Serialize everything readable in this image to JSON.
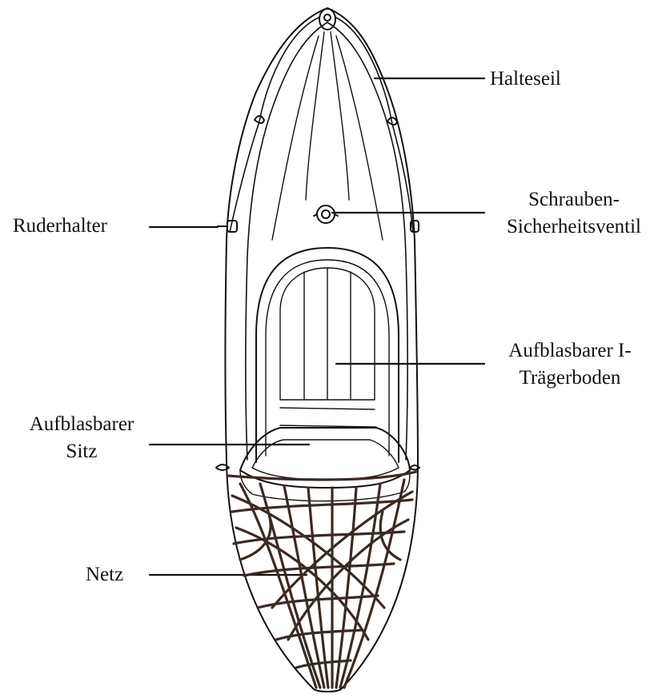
{
  "colors": {
    "outline": "#111111",
    "net": "#3a2a22",
    "background": "#ffffff"
  },
  "labels": {
    "halteseil": "Halteseil",
    "ventil_line1": "Schrauben-",
    "ventil_line2": "Sicherheitsventil",
    "ruderhalter": "Ruderhalter",
    "boden_line1": "Aufblasbarer I-",
    "boden_line2": "Trägerboden",
    "sitz_line1": "Aufblasbarer",
    "sitz_line2": "Sitz",
    "netz": "Netz"
  }
}
